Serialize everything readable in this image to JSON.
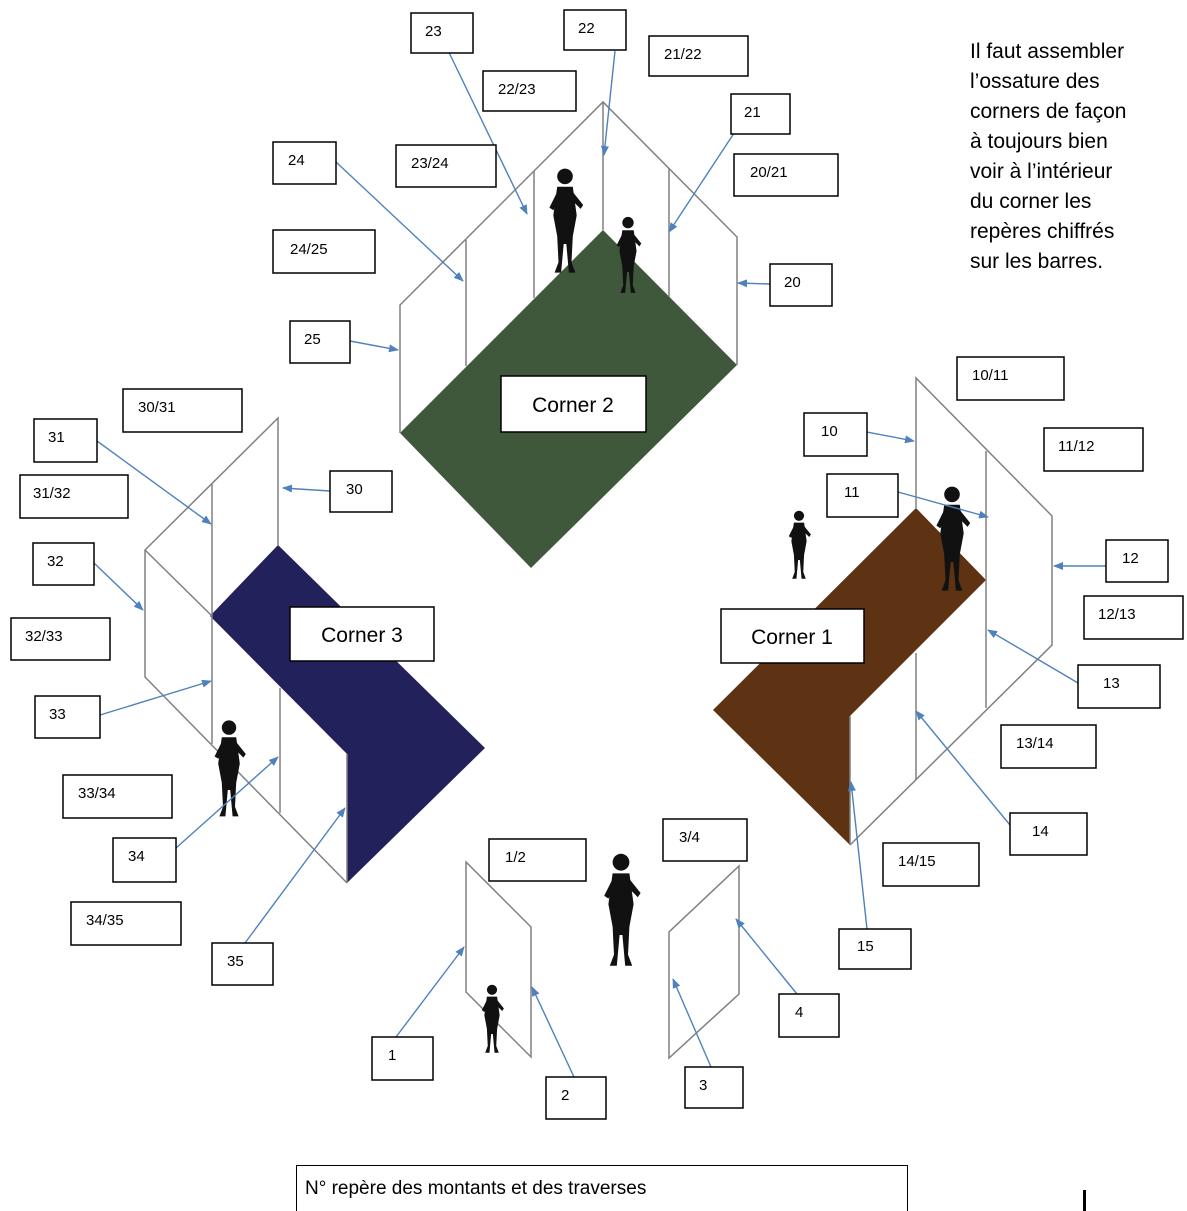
{
  "note": {
    "lines": [
      "Il faut assembler",
      "l’ossature des",
      "corners de façon",
      "à toujours bien",
      "voir à l’intérieur",
      "du corner les",
      "repères chiffrés",
      "sur les barres."
    ]
  },
  "corners": {
    "corner1": {
      "label": "Corner 1",
      "color": "#5e3314"
    },
    "corner2": {
      "label": "Corner 2",
      "color": "#3f573b"
    },
    "corner3": {
      "label": "Corner 3",
      "color": "#22215c"
    }
  },
  "labels": {
    "l23": "23",
    "l22": "22",
    "l2122": "21/22",
    "l2223": "22/23",
    "l21": "21",
    "l24": "24",
    "l2324": "23/24",
    "l2021": "20/21",
    "l2425": "24/25",
    "l20": "20",
    "l25": "25",
    "l3031": "30/31",
    "l31": "31",
    "l30": "30",
    "l3132": "31/32",
    "l32": "32",
    "l3233": "32/33",
    "l33": "33",
    "l3334": "33/34",
    "l34": "34",
    "l3435": "34/35",
    "l35": "35",
    "l1011": "10/11",
    "l10": "10",
    "l1112": "11/12",
    "l11": "11",
    "l12": "12",
    "l1213": "12/13",
    "l13": "13",
    "l1314": "13/14",
    "l14": "14",
    "l1415": "14/15",
    "l15": "15",
    "l12b": "1/2",
    "l34b": "3/4",
    "l1": "1",
    "l2": "2",
    "l3": "3",
    "l4": "4"
  },
  "legend": {
    "text": "N° repère des montants et des traverses"
  },
  "colors": {
    "arrow": "#4f81bd",
    "frame": "#808080",
    "figure": "#111111"
  }
}
